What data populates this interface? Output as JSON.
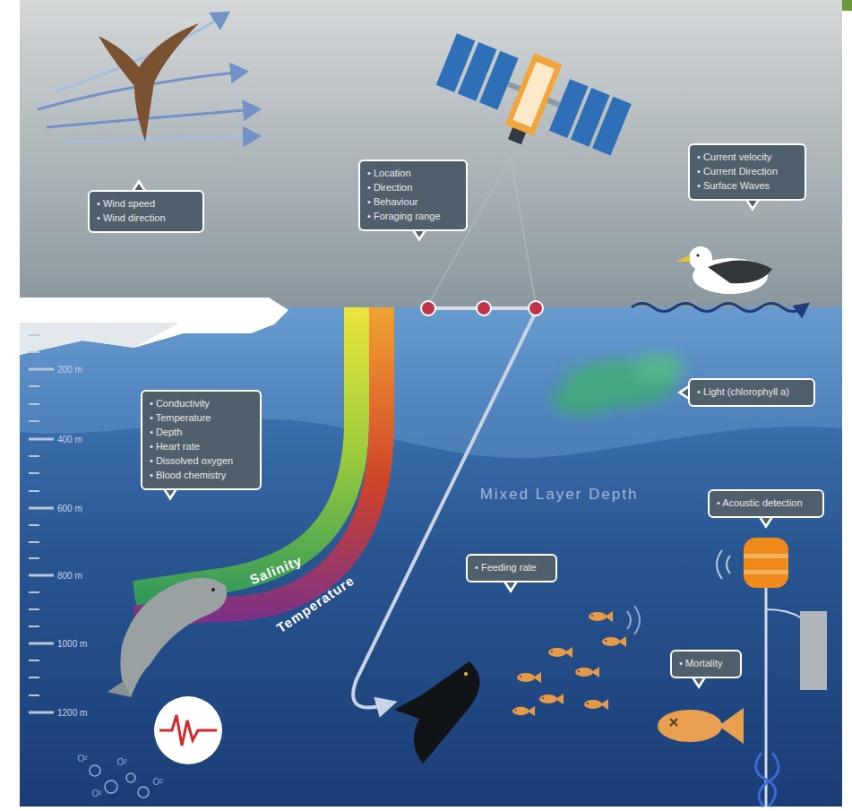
{
  "diagram": {
    "nodes": [
      {
        "text": [
          "• Wind speed",
          "• Wind direction"
        ]
      },
      {
        "text": [
          "• Location",
          "• Direction",
          "• Behaviour",
          "• Foraging range"
        ]
      },
      {
        "text": [
          "• Current velocity",
          "• Current Direction",
          "• Surface Waves"
        ]
      },
      {
        "text": [
          "• Light (chlorophyll a)"
        ]
      },
      {
        "text": [
          "• Conductivity",
          "• Temperature",
          "• Depth",
          "• Heart rate",
          "• Dissolved oxygen",
          "• Blood chemistry"
        ]
      },
      {
        "text": [
          "• Acoustic detection"
        ]
      },
      {
        "text": [
          "• Feeding rate"
        ]
      },
      {
        "text": [
          "• Mortality"
        ]
      }
    ],
    "labels": [
      "200 m",
      "400 m",
      "600 m",
      "800 m",
      "1000 m",
      "1200 m",
      "Mixed Layer Depth",
      "Salinity",
      "Temperature",
      "O²",
      "O²",
      "O²",
      "O²"
    ]
  }
}
